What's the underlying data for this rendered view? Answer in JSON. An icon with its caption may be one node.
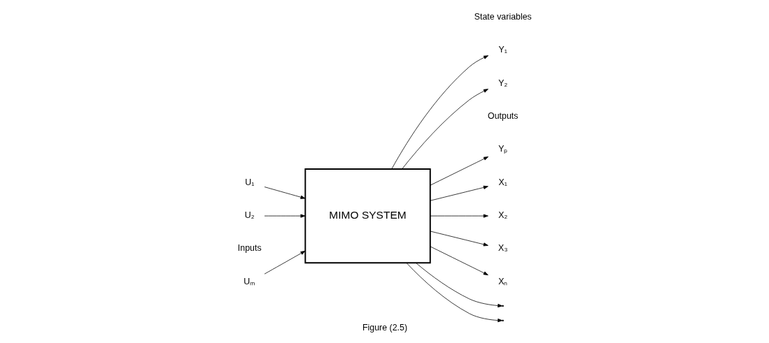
{
  "diagram": {
    "caption": "Figure (2.5)",
    "nodes": [
      {
        "text": [
          "U₁"
        ]
      },
      {
        "text": [
          "U₂"
        ]
      },
      {
        "text": [
          "Uₘ"
        ]
      },
      {
        "text": [
          "MIMO SYSTEM"
        ]
      },
      {
        "text": [
          "Y₁"
        ]
      },
      {
        "text": [
          "Y₂"
        ]
      },
      {
        "text": [
          "Yₚ"
        ]
      },
      {
        "text": [
          "X₁"
        ]
      },
      {
        "text": [
          "X₂"
        ]
      },
      {
        "text": [
          "X₃"
        ]
      },
      {
        "text": [
          "Xₙ"
        ]
      }
    ],
    "edges": [
      {
        "from": 0,
        "to": 3,
        "arrow": "to"
      },
      {
        "from": 1,
        "to": 3,
        "arrow": "to"
      },
      {
        "from": 2,
        "to": 3,
        "arrow": "to"
      },
      {
        "from": 3,
        "to": 4,
        "arrow": "to"
      },
      {
        "from": 3,
        "to": 5,
        "arrow": "to"
      },
      {
        "from": 3,
        "to": 6,
        "arrow": "to"
      },
      {
        "from": 3,
        "to": 7,
        "arrow": "to"
      },
      {
        "from": 3,
        "to": 8,
        "arrow": "to"
      },
      {
        "from": 3,
        "to": 9,
        "arrow": "to"
      },
      {
        "from": 3,
        "to": null,
        "arrow": "to"
      },
      {
        "from": 3,
        "to": null,
        "arrow": "to"
      },
      {
        "from": 3,
        "to": 10,
        "arrow": "to"
      }
    ],
    "labels": [
      "Inputs",
      "Outputs",
      "State variables"
    ]
  }
}
